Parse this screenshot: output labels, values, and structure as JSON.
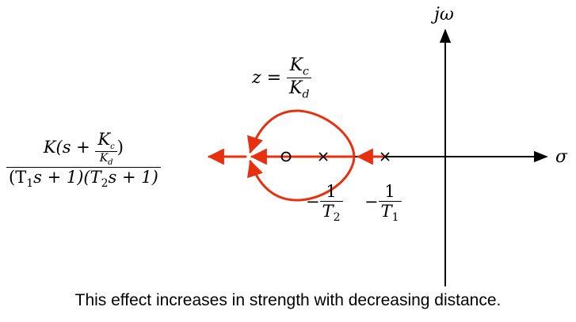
{
  "diagram": {
    "axis_imag_label": "jω",
    "axis_real_label": "σ",
    "transfer_function": {
      "lead": "K",
      "num_open": "(s +",
      "kc": "K",
      "kc_sub": "c",
      "kd": "K",
      "kd_sub": "d",
      "num_close": ")",
      "den": "(T",
      "den_sub1": "1",
      "den_mid": "s + 1)(T",
      "den_sub2": "2",
      "den_end": "s + 1)"
    },
    "zero_eq": {
      "lhs": "z =",
      "num": "K",
      "num_sub": "c",
      "den": "K",
      "den_sub": "d"
    },
    "pole1_label": {
      "sign": "−",
      "num": "1",
      "den": "T",
      "den_sub": "1"
    },
    "pole2_label": {
      "sign": "−",
      "num": "1",
      "den": "T",
      "den_sub": "2"
    },
    "locus_color": "#e8300f"
  },
  "caption": "This effect increases in strength with decreasing distance."
}
